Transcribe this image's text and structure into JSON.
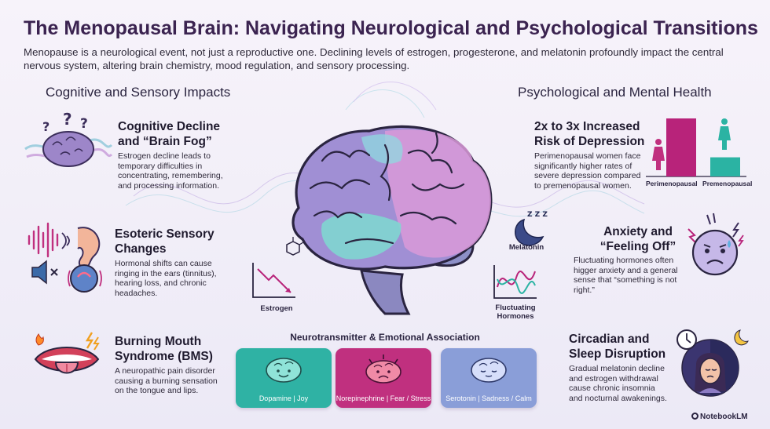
{
  "title": "The Menopausal Brain: Navigating Neurological and Psychological Transitions",
  "intro": "Menopause is a neurological event, not just a reproductive one. Declining levels of estrogen, progesterone, and melatonin profoundly impact the central nervous system, altering brain chemistry, mood regulation, and sensory processing.",
  "left_section": {
    "heading": "Cognitive and Sensory Impacts",
    "items": [
      {
        "title": "Cognitive Decline and “Brain Fog”",
        "title_l1": "Cognitive Decline",
        "title_l2": "and “Brain Fog”",
        "text": "Estrogen decline leads to temporary difficulties in concentrating, remembering, and processing information.",
        "icon": "confused-brain-icon"
      },
      {
        "title": "Esoteric Sensory Changes",
        "title_l1": "Esoteric Sensory",
        "title_l2": "Changes",
        "text": "Hormonal shifts can cause ringing in the ears (tinnitus), hearing loss, and chronic headaches.",
        "icon": "ear-sound-icon"
      },
      {
        "title": "Burning Mouth Syndrome (BMS)",
        "title_l1": "Burning Mouth",
        "title_l2": "Syndrome (BMS)",
        "text": "A neuropathic pain disorder causing a burning sensation on the tongue and lips.",
        "icon": "burning-mouth-icon"
      }
    ]
  },
  "right_section": {
    "heading": "Psychological and Mental Health",
    "items": [
      {
        "title": "2x to 3x Increased Risk of Depression",
        "title_l1": "2x to 3x Increased",
        "title_l2": "Risk of Depression",
        "text": "Perimenopausal women face significantly higher rates of severe depression compared to premenopausal women.",
        "icon": "depression-bar-chart-icon"
      },
      {
        "title": "Anxiety and “Feeling Off”",
        "title_l1": "Anxiety and",
        "title_l2": "“Feeling Off”",
        "text": "Fluctuating hormones often higger anxiety and a general sense that “something is not right.”",
        "icon": "anxious-face-icon"
      },
      {
        "title": "Circadian and Sleep Disruption",
        "title_l1": "Circadian and",
        "title_l2": "Sleep Disruption",
        "text": "Gradual melatonin decline and estrogen withdrawal cause chronic insomnia and nocturnal awakenings.",
        "icon": "sleepless-woman-icon"
      }
    ]
  },
  "depression_chart": {
    "categories": [
      "Perimenopausal",
      "Premenopausal"
    ],
    "relative_values": [
      1.0,
      0.33
    ],
    "colors": [
      "#b8237a",
      "#2bb3a3"
    ]
  },
  "center": {
    "estrogen_label": "Estrogen",
    "melatonin_label": "Melatonin",
    "fluctuating_label": "Fluctuating Hormones",
    "fluctuating_l1": "Fluctuating",
    "fluctuating_l2": "Hormones",
    "sleep_symbol": "Z Z Z"
  },
  "neurotransmitters": {
    "heading": "Neurotransmitter & Emotional Association",
    "cards": [
      {
        "label": "Dopamine | Joy",
        "color": "#2fb2a4",
        "icon": "happy-brain-icon"
      },
      {
        "label": "Norepinephrine | Fear / Stress",
        "color": "#c0307f",
        "icon": "stressed-brain-icon"
      },
      {
        "label": "Serotonin | Sadness / Calm",
        "color": "#8a9ed8",
        "icon": "calm-brain-icon"
      }
    ]
  },
  "branding": {
    "logo_text": "NotebookLM"
  }
}
